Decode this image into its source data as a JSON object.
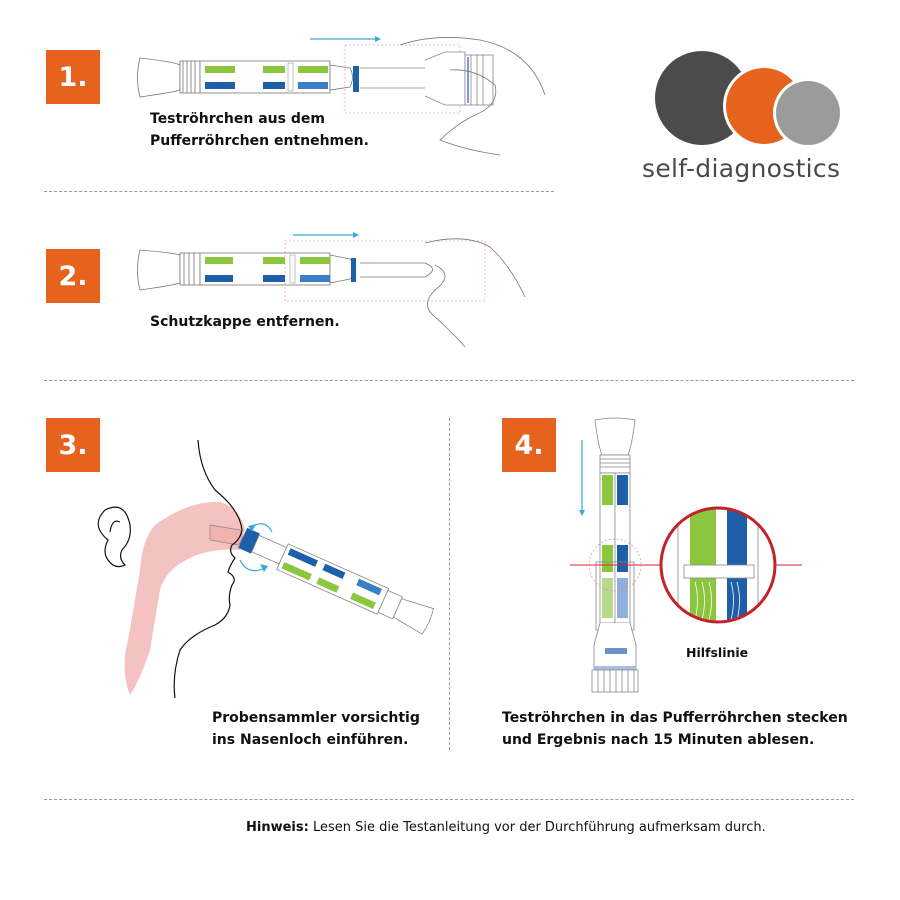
{
  "brand": {
    "name": "self-diagnostics",
    "colors": {
      "dark": "#4b4b4b",
      "orange": "#e5631c",
      "light": "#9b9b9b"
    }
  },
  "colors": {
    "badge": "#e5631c",
    "strip_green": "#8cc63f",
    "strip_blue": "#1d5fa8",
    "arrow": "#3aa8d8",
    "helper_line": "#d9262c",
    "tissue": "#f4c2c0"
  },
  "steps": [
    {
      "number": "1.",
      "lines": [
        "Teströhrchen aus dem",
        "Pufferröhrchen entnehmen."
      ],
      "illustration": "tube-removal-hand"
    },
    {
      "number": "2.",
      "lines": [
        "Schutzkappe entfernen."
      ],
      "illustration": "cap-removal-hand"
    },
    {
      "number": "3.",
      "lines": [
        "Probensammler vorsichtig",
        "ins Nasenloch einführen."
      ],
      "illustration": "nasal-insertion-profile"
    },
    {
      "number": "4.",
      "lines": [
        "Teströhrchen in das Pufferröhrchen stecken",
        "und Ergebnis nach 15 Minuten ablesen."
      ],
      "illustration": "tube-insertion-with-magnifier",
      "helper_label": "Hilfslinie"
    }
  ],
  "note": {
    "label": "Hinweis:",
    "text": " Lesen Sie die Testanleitung vor der Durchführung aufmerksam durch."
  }
}
